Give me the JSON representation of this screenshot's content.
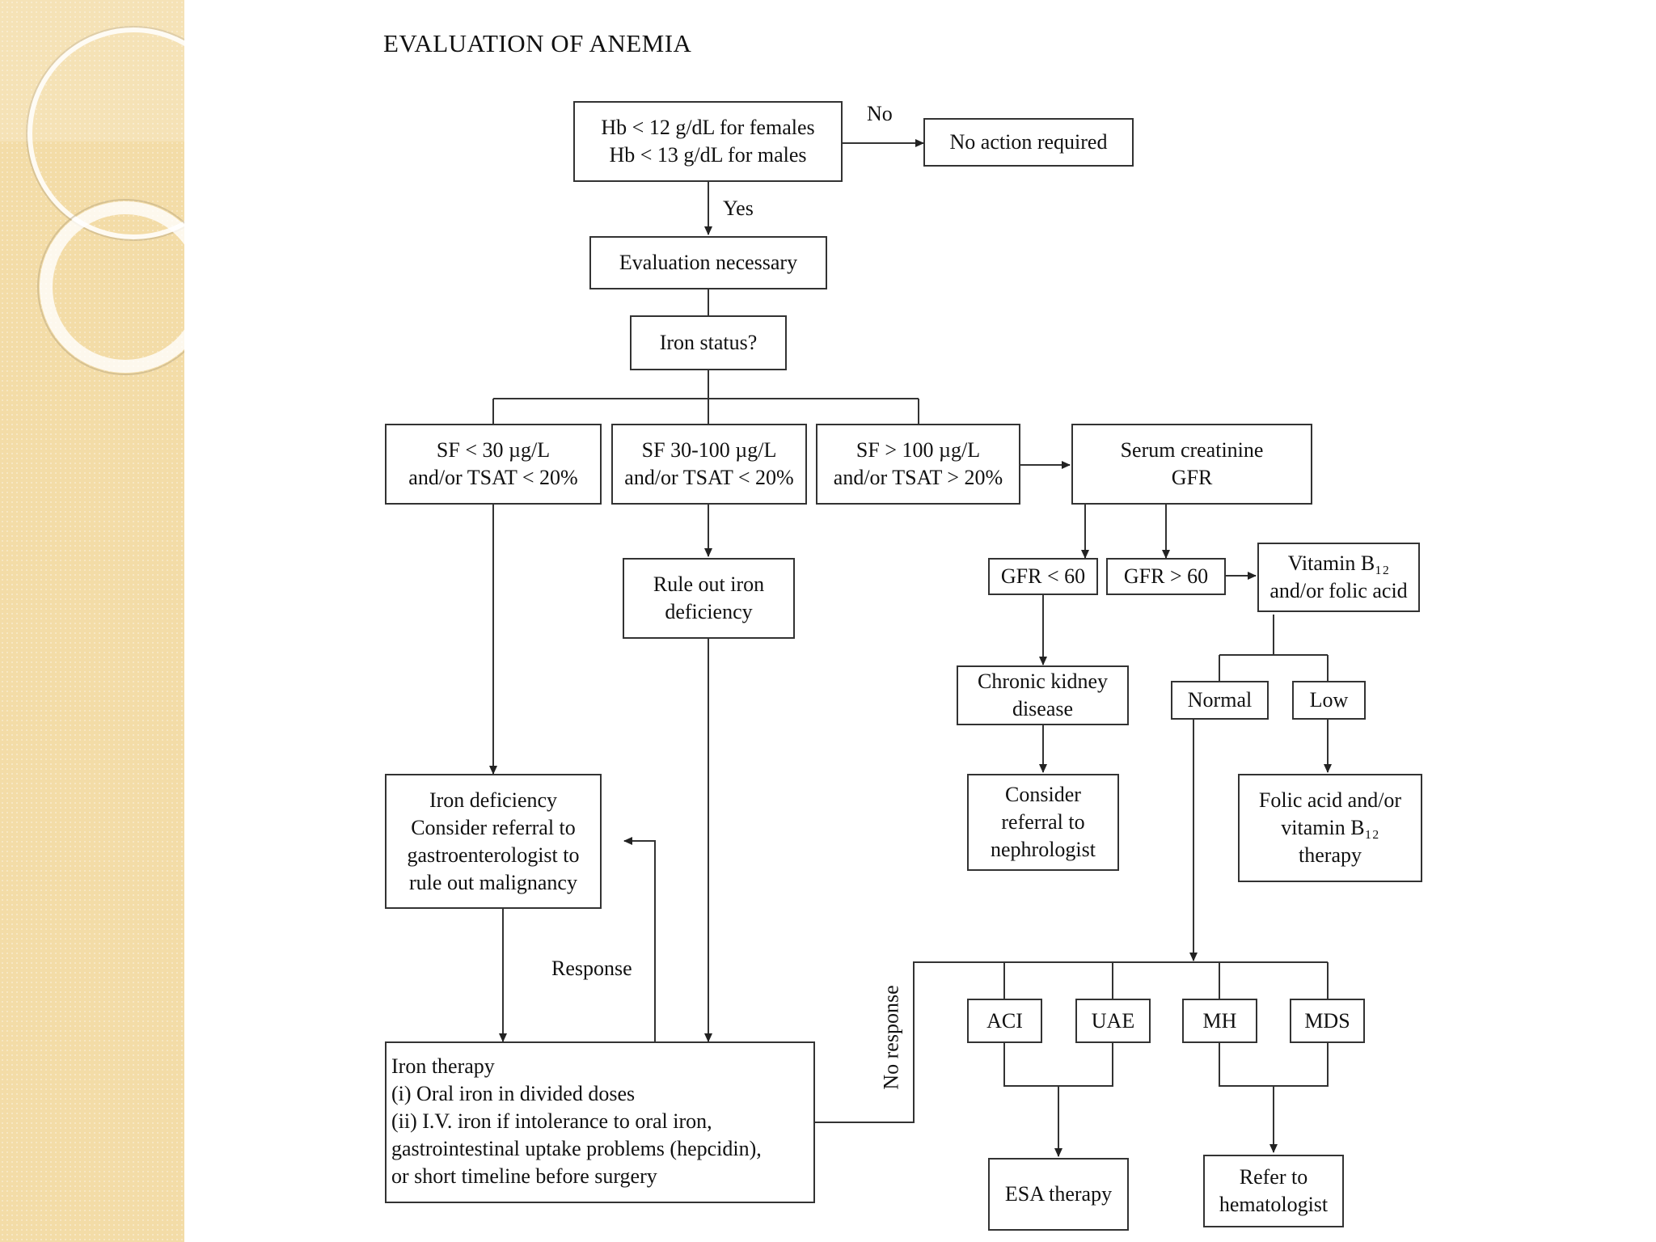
{
  "title": "EVALUATION OF ANEMIA",
  "nodes": {
    "hb_criteria": "Hb < 12 g/dL  for females\nHb < 13 g/dL  for males",
    "no_action": "No action required",
    "evaluation": "Evaluation necessary",
    "iron_status": "Iron status?",
    "sf_low": "SF < 30 µg/L\nand/or TSAT < 20%",
    "sf_mid": "SF 30-100 µg/L\nand/or TSAT < 20%",
    "sf_high": "SF > 100 µg/L\nand/or TSAT > 20%",
    "creatinine": "Serum creatinine\nGFR",
    "rule_out": "Rule out iron\ndeficiency",
    "gfr_low": "GFR < 60",
    "gfr_high": "GFR > 60",
    "vitamin_b12": "Vitamin B₁₂\nand/or folic acid",
    "ckd": "Chronic kidney\ndisease",
    "normal": "Normal",
    "low": "Low",
    "iron_def": "Iron deficiency\nConsider referral to\ngastroenterologist to\nrule out malignancy",
    "nephrologist": "Consider\nreferral to\nnephrologist",
    "folic_therapy": "Folic acid and/or\nvitamin B₁₂\ntherapy",
    "aci": "ACI",
    "uae": "UAE",
    "mh": "MH",
    "mds": "MDS",
    "iron_therapy": "Iron therapy\n(i) Oral iron in divided doses\n(ii) I.V. iron if intolerance to oral iron,\ngastrointestinal uptake problems (hepcidin),\nor short timeline before surgery",
    "esa": "ESA therapy",
    "hematologist": "Refer to\nhematologist"
  },
  "edge_labels": {
    "no": "No",
    "yes": "Yes",
    "response": "Response",
    "no_response": "No response"
  },
  "colors": {
    "sidebar": "#f3dca7",
    "line": "#333333"
  }
}
